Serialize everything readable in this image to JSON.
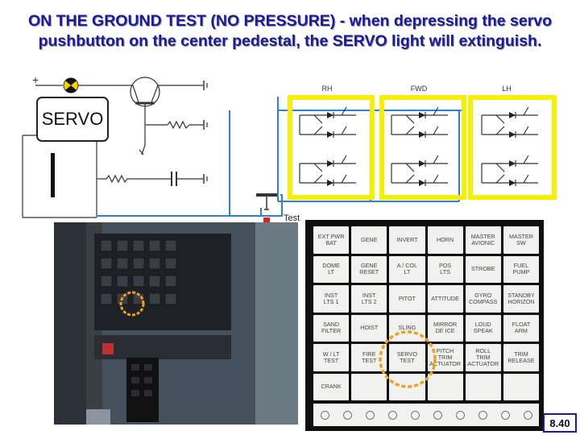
{
  "title": {
    "line1": "ON THE GROUND TEST (NO PRESSURE) - when depressing the servo",
    "line2": "pushbutton on the center pedestal, the SERVO light will extinguish."
  },
  "diagram": {
    "servo_label": "SERVO",
    "plus_sign": "+",
    "test_label": "Test",
    "channels": [
      "RH",
      "FWD",
      "LH"
    ]
  },
  "panel": {
    "switches": [
      "EXT PWR\nBAT",
      "GENE",
      "INVERT",
      "HORN",
      "MASTER\nAVIONIC",
      "MASTER\nSW",
      "DOME\nLT",
      "GENE\nRESET",
      "A / COL\nLT",
      "POS\nLTS",
      "STROBE",
      "FUEL\nPUMP",
      "INST\nLTS 1",
      "INST\nLTS 2",
      "PITOT",
      "ATTITUDE",
      "GYRO\nCOMPASS",
      "STANDBY\nHORIZON",
      "SAND\nFILTER",
      "HOIST",
      "SLING",
      "MIRROR\nDE ICE",
      "LOUD\nSPEAK",
      "FLOAT\nARM",
      "W / LT\nTEST",
      "FIRE\nTEST",
      "SERVO\nTEST",
      "PITCH\nTRIM\nACTUATOR",
      "ROLL\nTRIM\nACTUATOR",
      "TRIM\nRELEASE",
      "CRANK",
      "",
      "",
      "",
      "",
      ""
    ],
    "highlight_color": "#f0a020"
  },
  "page_number": "8.40",
  "colors": {
    "title": "#1a1a9c",
    "channel_highlight": "#f4f000",
    "wire": "#2f7fd6",
    "circuit": "#333333"
  }
}
